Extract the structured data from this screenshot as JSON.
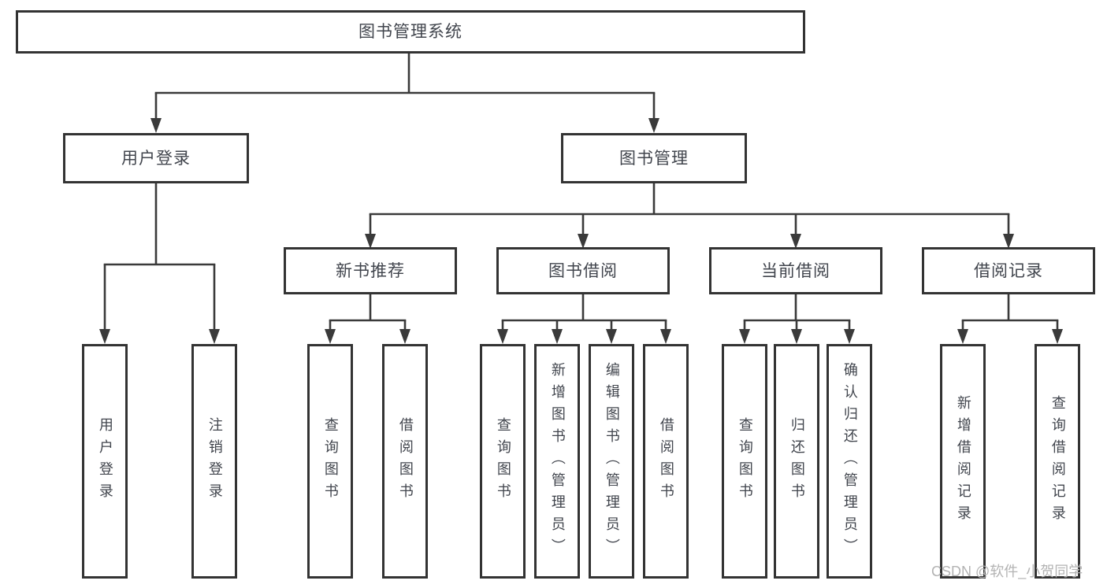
{
  "diagram": {
    "root": {
      "label": "图书管理系统"
    },
    "branches": [
      {
        "label": "用户登录",
        "children": [
          {
            "label": "用户登录"
          },
          {
            "label": "注销登录"
          }
        ]
      },
      {
        "label": "图书管理",
        "children": [
          {
            "label": "新书推荐",
            "children": [
              {
                "label": "查询图书"
              },
              {
                "label": "借阅图书"
              }
            ]
          },
          {
            "label": "图书借阅",
            "children": [
              {
                "label": "查询图书"
              },
              {
                "label": "新增图书（管理员）"
              },
              {
                "label": "编辑图书（管理员）"
              },
              {
                "label": "借阅图书"
              }
            ]
          },
          {
            "label": "当前借阅",
            "children": [
              {
                "label": "查询图书"
              },
              {
                "label": "归还图书"
              },
              {
                "label": "确认归还（管理员）"
              }
            ]
          },
          {
            "label": "借阅记录",
            "children": [
              {
                "label": "新增借阅记录"
              },
              {
                "label": "查询借阅记录"
              }
            ]
          }
        ]
      }
    ]
  },
  "watermark": {
    "text": "CSDN @软件_小贺同学"
  },
  "colors": {
    "line": "#3a3a3a",
    "border": "#333333",
    "text": "#41454d",
    "background": "#ffffff",
    "watermark": "#b3b3b3"
  }
}
